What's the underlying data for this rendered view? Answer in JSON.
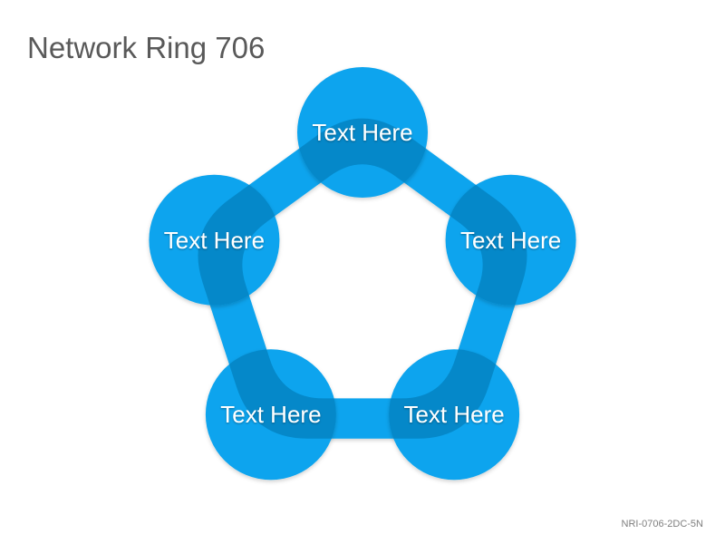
{
  "diagram": {
    "title": "Network Ring 706",
    "code": "NRI-0706-2DC-5N",
    "colors": {
      "ring": "#0aa4ee",
      "node": "#0aa4ee",
      "overlap": "#0588c9",
      "label": "#ffffff"
    },
    "nodes": [
      {
        "label": "Text Here"
      },
      {
        "label": "Text Here"
      },
      {
        "label": "Text Here"
      },
      {
        "label": "Text Here"
      },
      {
        "label": "Text Here"
      }
    ]
  }
}
